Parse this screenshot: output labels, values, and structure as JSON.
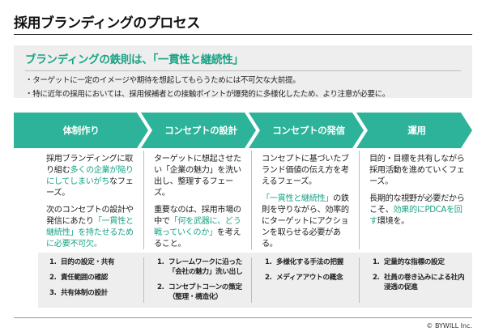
{
  "title": "採用ブランディングのプロセス",
  "rule": {
    "heading": "ブランディングの鉄則は、「一貫性と継続性」",
    "bullets": [
      "・ターゲットに一定のイメージや期待を想起してもらうためには不可欠な大前提。",
      "・特に近年の採用においては、採用候補者との接触ポイントが爆発的に多様化したため、より注意が必要に。"
    ]
  },
  "steps": [
    {
      "label": "体制作り",
      "body": [
        [
          {
            "t": "採用ブランディングに取り組む"
          },
          {
            "t": "多くの企業が陥りにしてしまいがち",
            "hl": true
          },
          {
            "t": "なフェーズ。"
          }
        ],
        [
          {
            "t": "次のコンセプトの設計や発信にあたり"
          },
          {
            "t": "「一貫性と継続性」を持たせるために必要不可欠。",
            "hl": true
          }
        ]
      ],
      "tasks": [
        {
          "num": "1.",
          "text": "目的の設定・共有"
        },
        {
          "num": "2.",
          "text": "責任範囲の確認"
        },
        {
          "num": "3.",
          "text": "共有体制の設計"
        }
      ]
    },
    {
      "label": "コンセプトの設計",
      "body": [
        [
          {
            "t": "ターゲットに想起させたい「企業の魅力」を洗い出し、整理するフェーズ。"
          }
        ],
        [
          {
            "t": "重要なのは、採用市場の中で"
          },
          {
            "t": "「何を武器に、どう戦っていくのか」",
            "hl": true
          },
          {
            "t": "を考えること。"
          }
        ]
      ],
      "tasks": [
        {
          "num": "1.",
          "text": "フレームワークに沿った「会社の魅力」洗い出し"
        },
        {
          "num": "2.",
          "text": "コンセプトコーンの策定（整理・構造化）"
        }
      ]
    },
    {
      "label": "コンセプトの発信",
      "body": [
        [
          {
            "t": "コンセプトに基づいたブランド価値の伝え方を考えるフェーズ。"
          }
        ],
        [
          {
            "t": "「一貫性と継続性」",
            "hl": true
          },
          {
            "t": "の鉄則を守りながら、効率的にターゲットにアクションを取らせる必要がある。"
          }
        ]
      ],
      "tasks": [
        {
          "num": "1.",
          "text": "多様化する手法の把握"
        },
        {
          "num": "2.",
          "text": "メディアアウトの概念"
        }
      ]
    },
    {
      "label": "運用",
      "body": [
        [
          {
            "t": "目的・目標を共有しながら採用活動を進めていくフェーズ。"
          }
        ],
        [
          {
            "t": "長期的な視野が必要だからこそ、"
          },
          {
            "t": "効果的にPDCAを回す",
            "hl": true
          },
          {
            "t": "環境を。"
          }
        ]
      ],
      "tasks": [
        {
          "num": "1.",
          "text": "定量的な指標の設定"
        },
        {
          "num": "2.",
          "text": "社員の巻き込みによる社内浸透の促進"
        }
      ]
    }
  ],
  "copyright": "© BYWILL Inc.",
  "colors": {
    "accent": "#2db39a",
    "highlight": "#1aa386",
    "panel": "#eeeeee"
  }
}
